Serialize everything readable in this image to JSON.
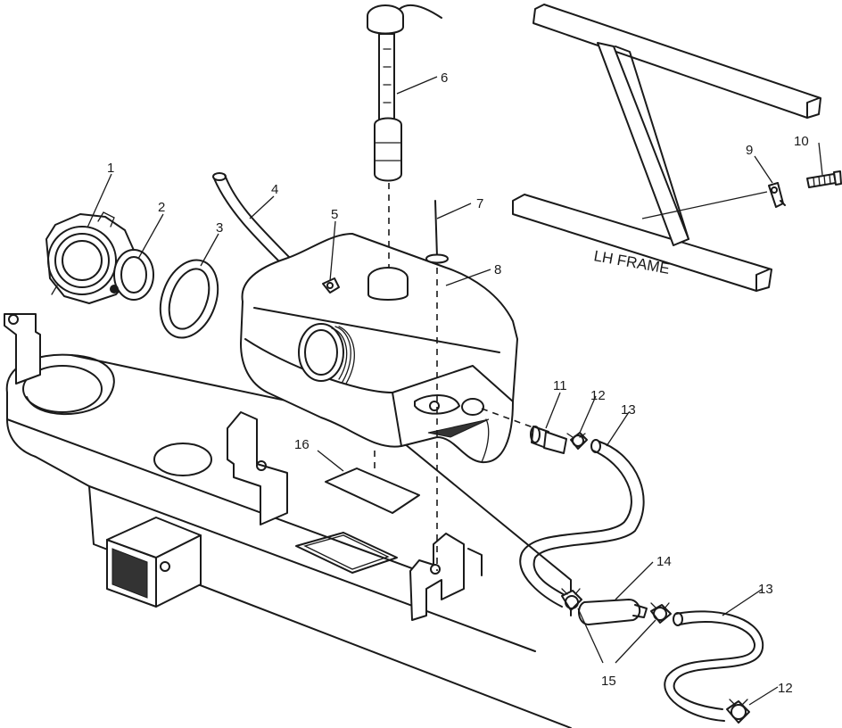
{
  "frame_label": "LH FRAME",
  "callouts": [
    "1",
    "2",
    "3",
    "4",
    "5",
    "6",
    "7",
    "8",
    "9",
    "10",
    "11",
    "12",
    "13",
    "14",
    "15",
    "16",
    "13",
    "12"
  ]
}
